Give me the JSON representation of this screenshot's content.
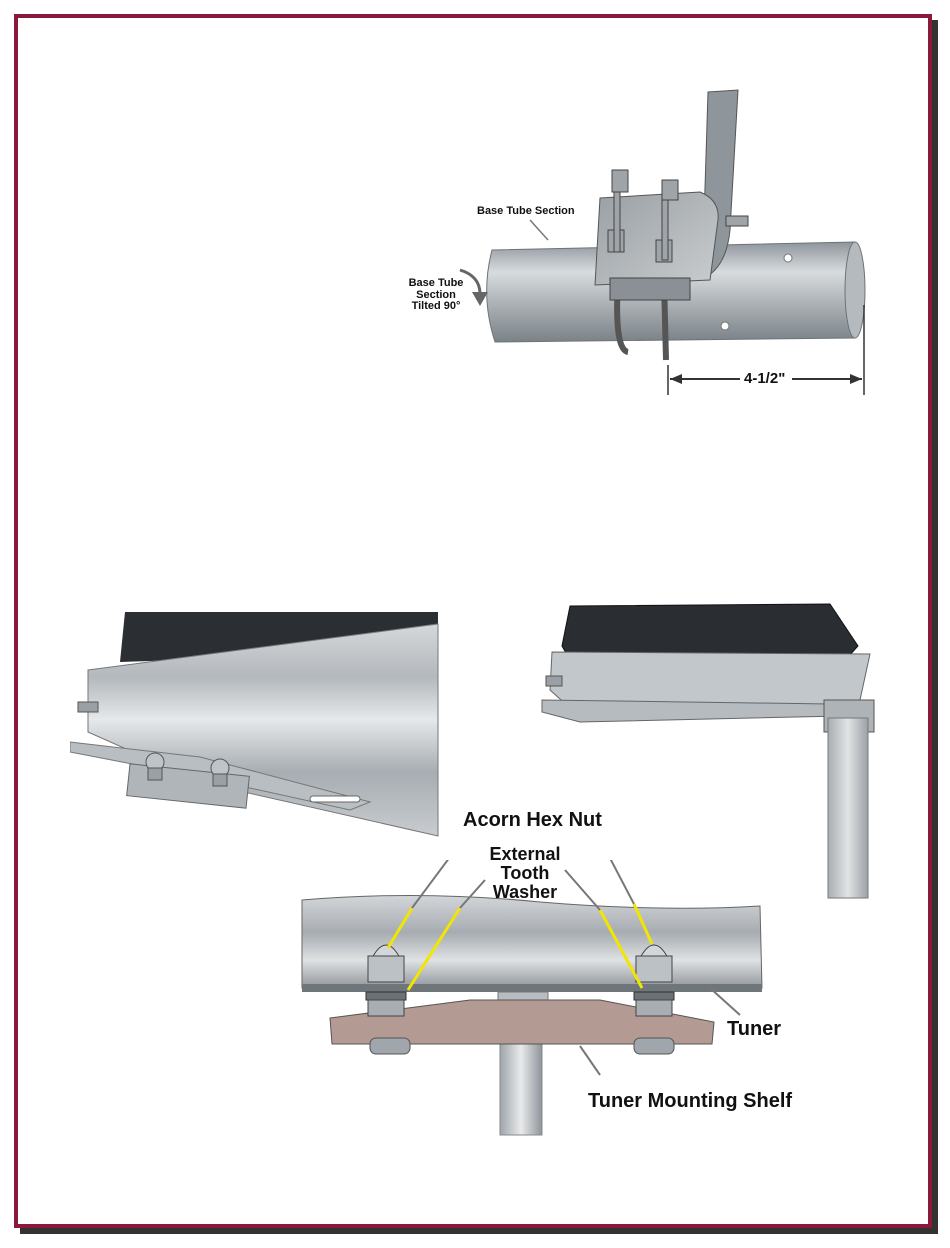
{
  "figure1": {
    "base_tube_section": "Base Tube Section",
    "tilted_line1": "Base Tube",
    "tilted_line2": "Section",
    "tilted_line3": "Tilted 90°",
    "dimension": "4-1/2\""
  },
  "figure3": {
    "acorn_hex_nut": "Acorn Hex Nut",
    "washer_line1": "External",
    "washer_line2": "Tooth",
    "washer_line3": "Washer",
    "tuner": "Tuner",
    "tuner_mounting_shelf": "Tuner Mounting Shelf"
  },
  "colors": {
    "frame": "#8b1a3a",
    "callout": "#f2e600",
    "aluminum": "#c4c8cc"
  }
}
